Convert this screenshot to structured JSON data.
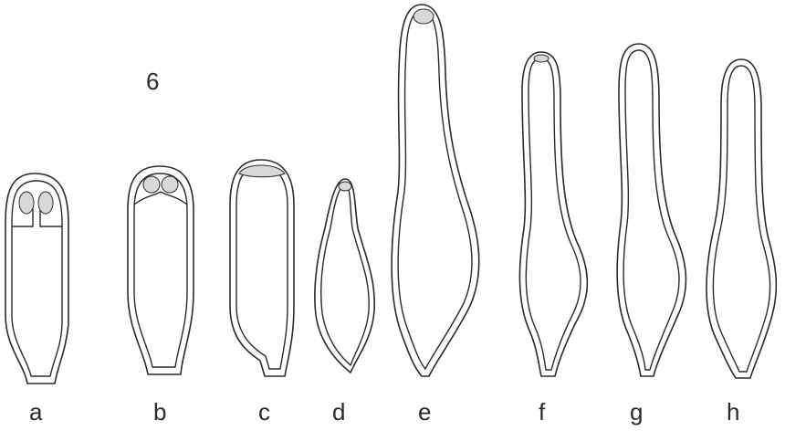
{
  "figure": {
    "plate_number": "6",
    "labels": [
      "a",
      "b",
      "c",
      "d",
      "e",
      "f",
      "g",
      "h"
    ]
  },
  "colors": {
    "background": "#ffffff",
    "ink": "#2a2a2a",
    "stipple": "#d8d8d8"
  }
}
